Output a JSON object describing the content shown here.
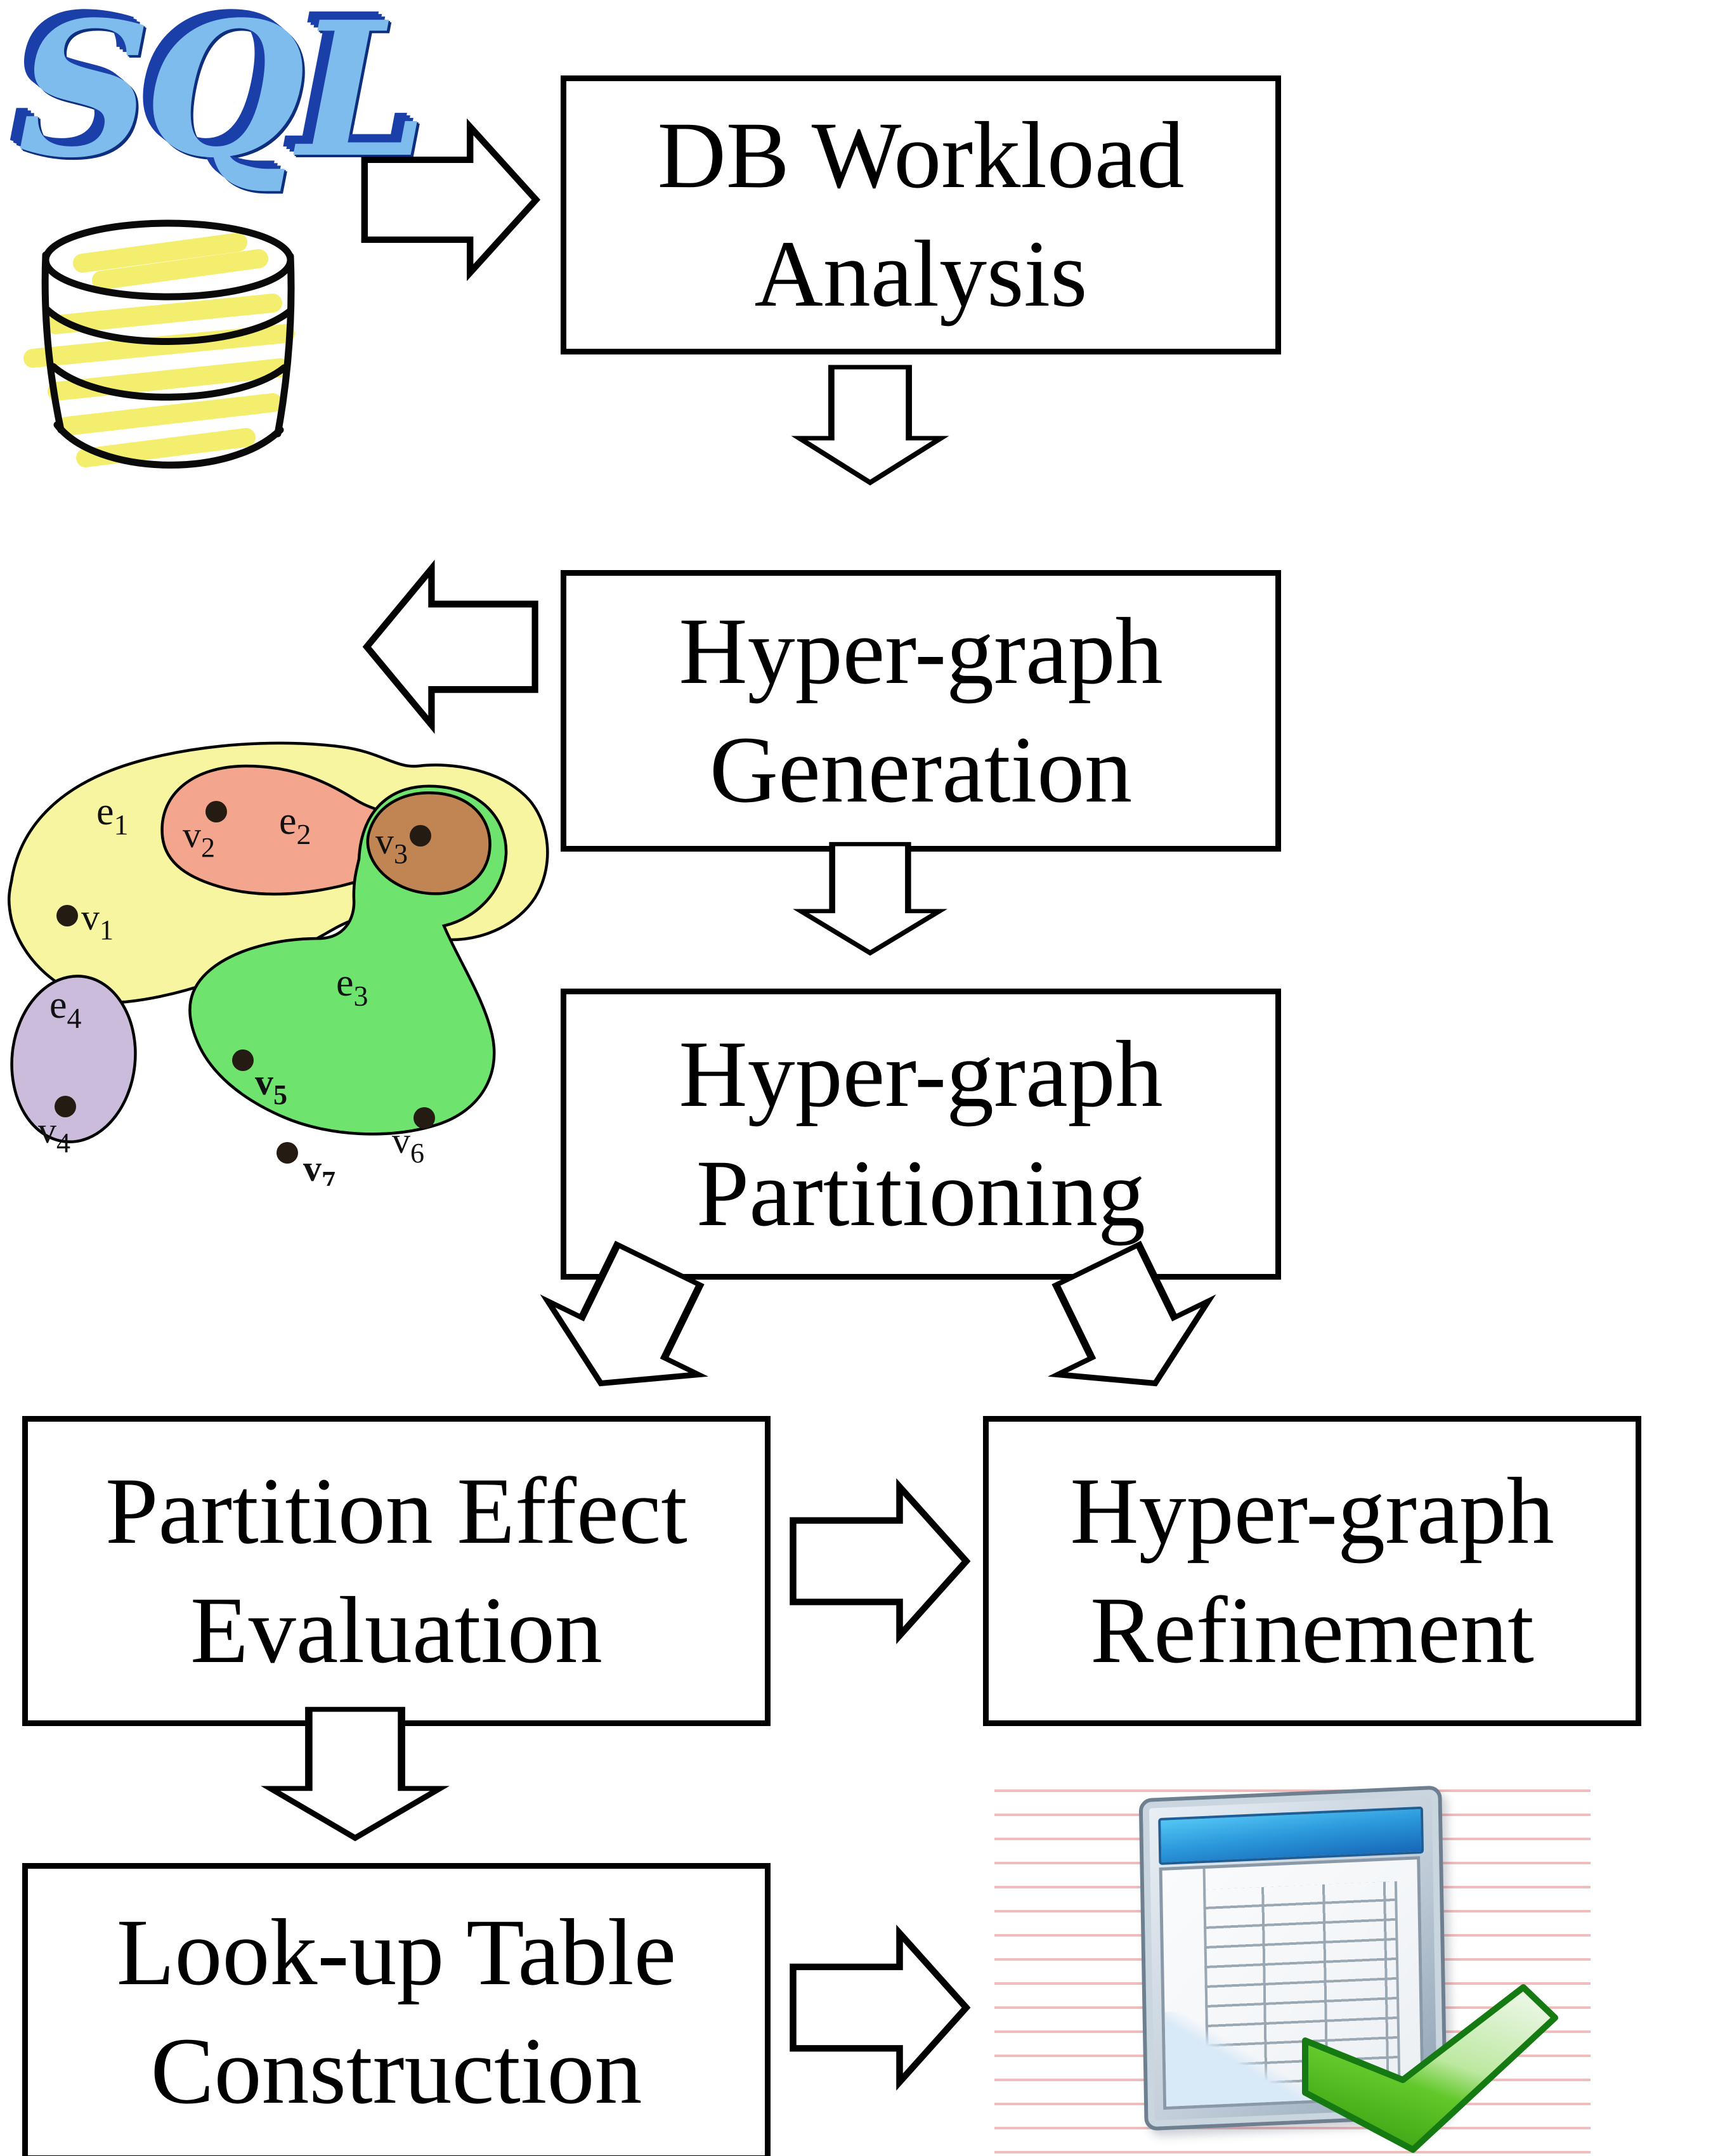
{
  "figure": {
    "type": "flowchart",
    "title": ""
  },
  "flow": {
    "boxes": [
      {
        "id": "db-workload-analysis",
        "line1": "DB Workload",
        "line2": "Analysis"
      },
      {
        "id": "hypergraph-generation",
        "line1": "Hyper-graph",
        "line2": "Generation"
      },
      {
        "id": "hypergraph-partitioning",
        "line1": "Hyper-graph",
        "line2": "Partitioning"
      },
      {
        "id": "partition-effect-evaluation",
        "line1": "Partition Effect",
        "line2": "Evaluation"
      },
      {
        "id": "hypergraph-refinement",
        "line1": "Hyper-graph",
        "line2": "Refinement"
      },
      {
        "id": "lookup-table-construction",
        "line1": "Look-up Table",
        "line2": "Construction"
      }
    ]
  },
  "sql_logo": {
    "text": "SQL"
  },
  "hypergraph": {
    "edges": [
      {
        "letter": "e",
        "sub": "1",
        "color": "#F8F5A1"
      },
      {
        "letter": "e",
        "sub": "2",
        "color": "#F4A58D"
      },
      {
        "letter": "e",
        "sub": "3",
        "color": "#6EE46F"
      },
      {
        "letter": "e",
        "sub": "4",
        "color": "#CBBCDC"
      }
    ],
    "overlap_color": "#C08552",
    "vertices": [
      {
        "letter": "v",
        "sub": "1"
      },
      {
        "letter": "v",
        "sub": "2"
      },
      {
        "letter": "v",
        "sub": "3"
      },
      {
        "letter": "v",
        "sub": "4"
      },
      {
        "letter": "v",
        "sub": "5"
      },
      {
        "letter": "v",
        "sub": "6"
      },
      {
        "letter": "v",
        "sub": "7"
      }
    ]
  },
  "icons": {
    "database": "hand-drawn yellow database cylinder",
    "result": "spreadsheet window with green checkmark on pink-lined paper"
  },
  "colors": {
    "box_border": "#000000",
    "sql_blue": "#7FBCEE",
    "sql_shadow": "#1B3FA8",
    "db_yellow": "#F4EE6E",
    "title_bar_blue": "#2D9BDD",
    "check_green": "#4CBB1E",
    "paper_line_pink": "#F0BCBC"
  }
}
